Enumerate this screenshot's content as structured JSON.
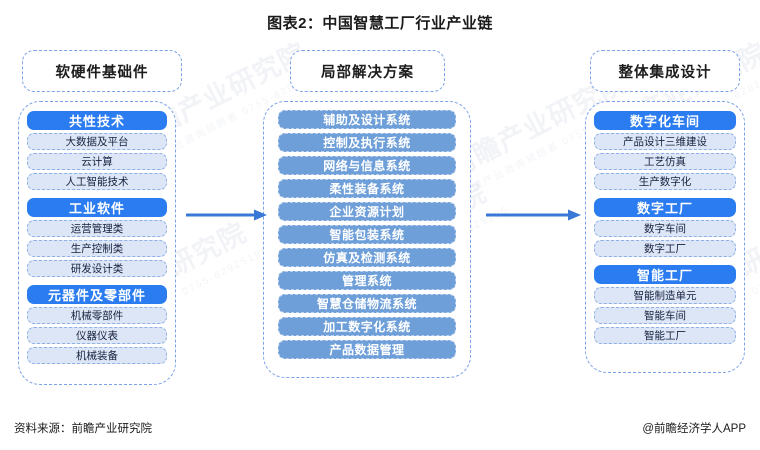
{
  "title": "图表2：中国智慧工厂行业产业链",
  "columns": [
    {
      "id": "software-hardware",
      "header": "软硬件基础件",
      "groups": [
        {
          "head": "共性技术",
          "items": [
            "大数据及平台",
            "云计算",
            "人工智能技术"
          ]
        },
        {
          "head": "工业软件",
          "items": [
            "运营管理类",
            "生产控制类",
            "研发设计类"
          ]
        },
        {
          "head": "元器件及零部件",
          "items": [
            "机械零部件",
            "仪器仪表",
            "机械装备"
          ]
        }
      ]
    },
    {
      "id": "local-solutions",
      "header": "局部解决方案",
      "items": [
        "辅助及设计系统",
        "控制及执行系统",
        "网络与信息系统",
        "柔性装备系统",
        "企业资源计划",
        "智能包装系统",
        "仿真及检测系统",
        "管理系统",
        "智慧仓储物流系统",
        "加工数字化系统",
        "产品数据管理"
      ]
    },
    {
      "id": "integrated-design",
      "header": "整体集成设计",
      "groups": [
        {
          "head": "数字化车间",
          "items": [
            "产品设计三维建设",
            "工艺仿真",
            "生产数字化"
          ]
        },
        {
          "head": "数字工厂",
          "items": [
            "数字车间",
            "数字工厂"
          ]
        },
        {
          "head": "智能工厂",
          "items": [
            "智能制造单元",
            "智能车间",
            "智能工厂"
          ]
        }
      ]
    }
  ],
  "arrows": [
    {
      "id": "arrow-left-to-middle"
    },
    {
      "id": "arrow-middle-to-right"
    }
  ],
  "footer": {
    "source": "资料来源：前瞻产业研究院",
    "brand": "@前瞻经济学人APP"
  },
  "watermark": {
    "text": "前瞻产业研究院",
    "sub": "中国产业咨询领跑者 0755-82925195"
  },
  "colors": {
    "accent_blue": "#2a7cf0",
    "mid_blue": "#6e9fd8",
    "pale_pill": "#dce6f7",
    "dash_border": "#7aa2e8",
    "arrow": "#3a78d8",
    "title_text": "#1a1a1a"
  }
}
